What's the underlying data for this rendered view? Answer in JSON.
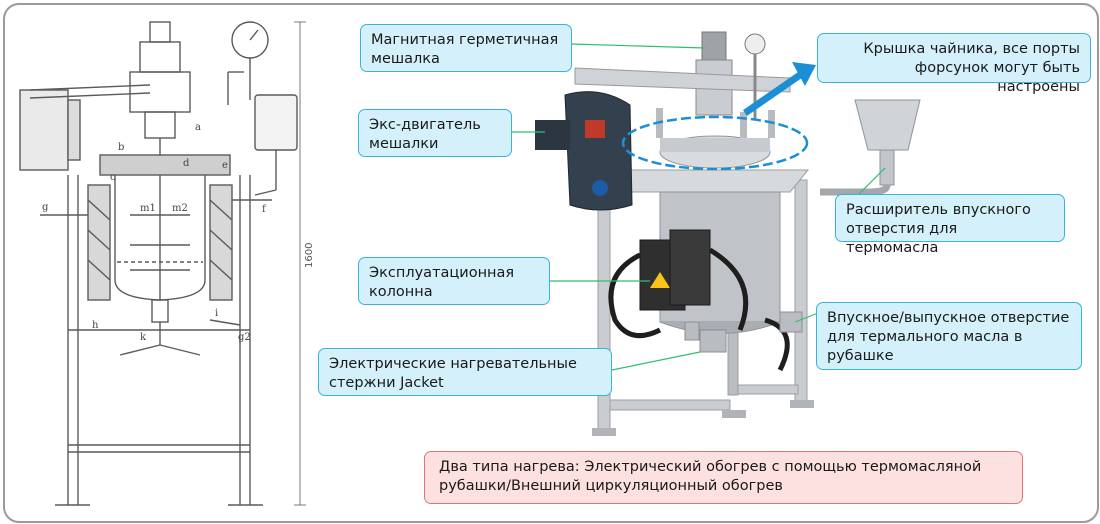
{
  "schematic": {
    "height_label": "1600",
    "labels": [
      "a",
      "b",
      "c",
      "d",
      "e",
      "f",
      "g",
      "g2",
      "h",
      "i",
      "k",
      "m1",
      "m2"
    ]
  },
  "callouts": {
    "stirrer": [
      "Магнитная герметичная",
      "мешалка"
    ],
    "motor": [
      "Экс-двигатель",
      "мешалки"
    ],
    "column": [
      "Эксплуатационная",
      "колонна"
    ],
    "rods": [
      "Электрические нагревательные",
      "стержни Jacket"
    ],
    "lid": [
      "Крышка чайника, все порты",
      "форсунок могут быть настроены"
    ],
    "expander": [
      "Расширитель впускного",
      "отверстия для термомасла"
    ],
    "port": [
      "Впускное/выпускное отверстие",
      "для термального масла в",
      "рубашке"
    ]
  },
  "note": [
    "Два типа нагрева: Электрический обогрев с помощью термомасляной",
    "рубашки/Внешний циркуляционный обогрев"
  ],
  "colors": {
    "callout_fill": "#d4f1fb",
    "callout_border": "#39b2de",
    "note_fill": "#fde0e0",
    "note_border": "#e57373",
    "arrow": "#1a8fd6",
    "leader": "#2fbf6b"
  }
}
